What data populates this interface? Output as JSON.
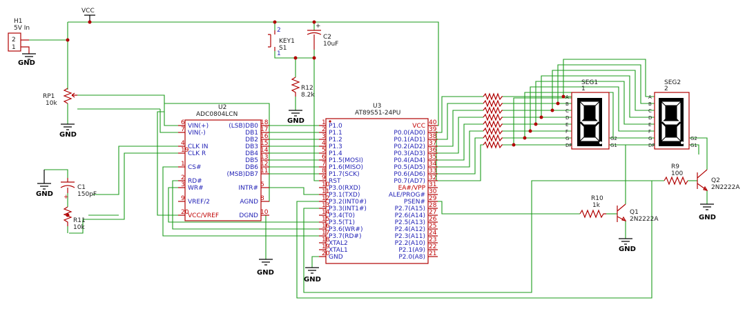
{
  "parts": {
    "h1": {
      "ref": "H1",
      "value": "5V In",
      "pins": [
        "2",
        "1"
      ]
    },
    "vcc": "VCC",
    "key1": {
      "ref": "KEY1",
      "sub": "S1",
      "pins": [
        "2",
        "1"
      ]
    },
    "c2": {
      "ref": "C2",
      "value": "10uF",
      "plus": "+"
    },
    "rp1": {
      "ref": "RP1",
      "value": "10k"
    },
    "r12": {
      "ref": "R12",
      "value": "8.2k"
    },
    "c1": {
      "ref": "C1",
      "value": "150pF",
      "plus": "+"
    },
    "r11": {
      "ref": "R11",
      "value": "10k"
    },
    "r10": {
      "ref": "R10",
      "value": "1k"
    },
    "r9": {
      "ref": "R9",
      "value": "100"
    },
    "q1": {
      "ref": "Q1",
      "value": "2N2222A"
    },
    "q2": {
      "ref": "Q2",
      "value": "2N2222A"
    },
    "seg1": {
      "ref": "SEG1",
      "num": "1"
    },
    "seg2": {
      "ref": "SEG2",
      "num": "2"
    },
    "gnd": "GND"
  },
  "u2": {
    "ref": "U2",
    "value": "ADC0804LCN",
    "left": [
      {
        "num": "6",
        "name": "VIN(+)"
      },
      {
        "num": "7",
        "name": "VIN(-)"
      },
      {
        "num": "4",
        "name": "CLK IN"
      },
      {
        "num": "19",
        "name": "CLK R"
      },
      {
        "num": "1",
        "name": "CS#"
      },
      {
        "num": "2",
        "name": "RD#"
      },
      {
        "num": "3",
        "name": "WR#"
      },
      {
        "num": "9",
        "name": "VREF/2"
      },
      {
        "num": "20",
        "name": "VCC/VREF"
      }
    ],
    "right": [
      {
        "num": "18",
        "name": "(LSB)DB0"
      },
      {
        "num": "17",
        "name": "DB1"
      },
      {
        "num": "16",
        "name": "DB2"
      },
      {
        "num": "15",
        "name": "DB3"
      },
      {
        "num": "14",
        "name": "DB4"
      },
      {
        "num": "13",
        "name": "DB5"
      },
      {
        "num": "12",
        "name": "DB6"
      },
      {
        "num": "11",
        "name": "(MSB)DB7"
      },
      {
        "num": "5",
        "name": "INTR#"
      },
      {
        "num": "8",
        "name": "AGND"
      },
      {
        "num": "10",
        "name": "DGND"
      }
    ]
  },
  "u3": {
    "ref": "U3",
    "value": "AT89S51-24PU",
    "left": [
      {
        "num": "1",
        "name": "P1.0"
      },
      {
        "num": "2",
        "name": "P1.1"
      },
      {
        "num": "3",
        "name": "P1.2"
      },
      {
        "num": "4",
        "name": "P1.3"
      },
      {
        "num": "5",
        "name": "P1.4"
      },
      {
        "num": "6",
        "name": "P1.5(MOSI)"
      },
      {
        "num": "7",
        "name": "P1.6(MISO)"
      },
      {
        "num": "8",
        "name": "P1.7(SCK)"
      },
      {
        "num": "9",
        "name": "RST"
      },
      {
        "num": "10",
        "name": "P3.0(RXD)"
      },
      {
        "num": "11",
        "name": "P3.1(TXD)"
      },
      {
        "num": "12",
        "name": "P3.2(INT0#)"
      },
      {
        "num": "13",
        "name": "P3.3(INT1#)"
      },
      {
        "num": "14",
        "name": "P3.4(T0)"
      },
      {
        "num": "15",
        "name": "P3.5(T1)"
      },
      {
        "num": "16",
        "name": "P3.6(WR#)"
      },
      {
        "num": "17",
        "name": "P3.7(RD#)"
      },
      {
        "num": "18",
        "name": "XTAL2"
      },
      {
        "num": "19",
        "name": "XTAL1"
      },
      {
        "num": "20",
        "name": "GND"
      }
    ],
    "right": [
      {
        "num": "40",
        "name": "VCC"
      },
      {
        "num": "39",
        "name": "P0.0(AD0)"
      },
      {
        "num": "38",
        "name": "P0.1(AD1)"
      },
      {
        "num": "37",
        "name": "P0.2(AD2)"
      },
      {
        "num": "36",
        "name": "P0.3(AD3)"
      },
      {
        "num": "35",
        "name": "P0.4(AD4)"
      },
      {
        "num": "34",
        "name": "P0.5(AD5)"
      },
      {
        "num": "33",
        "name": "P0.6(AD6)"
      },
      {
        "num": "32",
        "name": "P0.7(AD7)"
      },
      {
        "num": "31",
        "name": "EA#/VPP"
      },
      {
        "num": "30",
        "name": "ALE/PROG#"
      },
      {
        "num": "29",
        "name": "PSEN#"
      },
      {
        "num": "28",
        "name": "P2.7(A15)"
      },
      {
        "num": "27",
        "name": "P2.6(A14)"
      },
      {
        "num": "26",
        "name": "P2.5(A13)"
      },
      {
        "num": "25",
        "name": "P2.4(A12)"
      },
      {
        "num": "24",
        "name": "P2.3(A11)"
      },
      {
        "num": "23",
        "name": "P2.2(A10)"
      },
      {
        "num": "22",
        "name": "P2.1(A9)"
      },
      {
        "num": "21",
        "name": "P2.0(A8)"
      }
    ]
  },
  "seg_pins": [
    "A",
    "B",
    "C",
    "D",
    "E",
    "F",
    "G",
    "DP"
  ],
  "seg_common": [
    "G2",
    "G1"
  ]
}
